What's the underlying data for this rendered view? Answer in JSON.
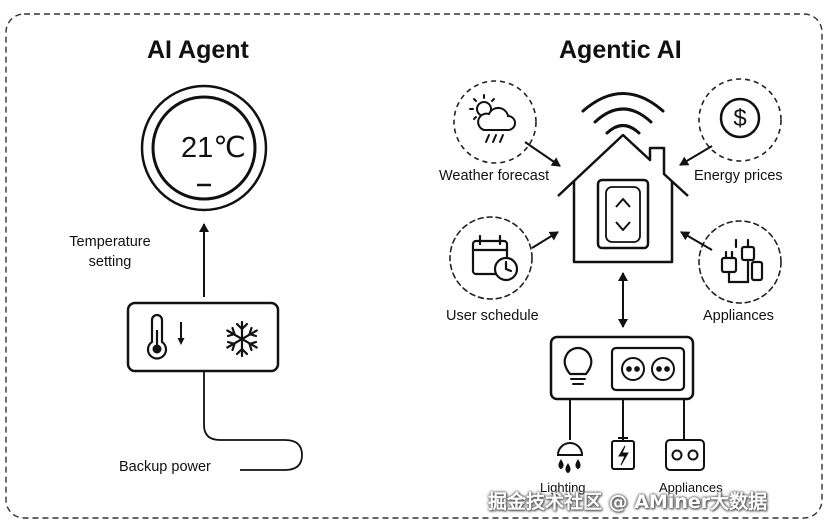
{
  "left": {
    "title": "AI Agent",
    "thermostat_reading": "21℃",
    "temperature_label": "Temperature\nsetting",
    "backup_label": "Backup power"
  },
  "right": {
    "title": "Agentic AI",
    "weather_label": "Weather forecast",
    "energy_label": "Energy prices",
    "schedule_label": "User schedule",
    "appliances_label": "Appliances",
    "lighting_label": "Lighting",
    "bottom_appliances_label": "Appliances"
  },
  "watermark": "掘金技术社区 @ AMiner大数据"
}
